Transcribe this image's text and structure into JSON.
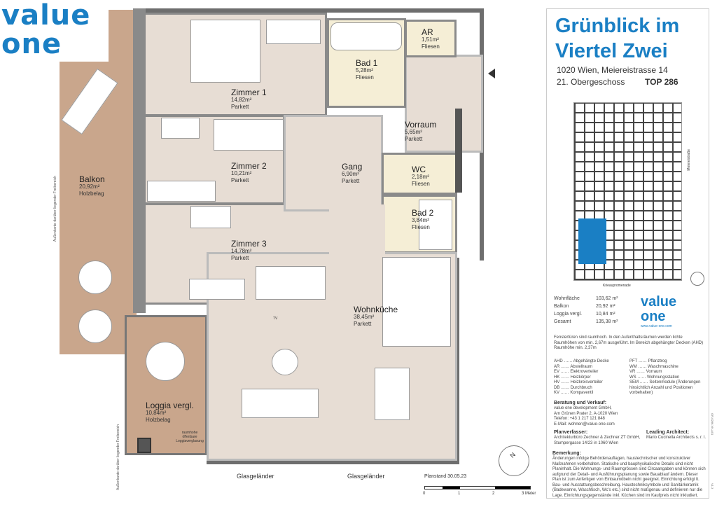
{
  "logo": {
    "line1": "value",
    "line2": "one"
  },
  "rooms": [
    {
      "name": "Zimmer 1",
      "area": "14,82m²",
      "floor": "Parkett"
    },
    {
      "name": "Zimmer 2",
      "area": "10,21m²",
      "floor": "Parkett"
    },
    {
      "name": "Zimmer 3",
      "area": "14,78m²",
      "floor": "Parkett"
    },
    {
      "name": "Bad 1",
      "area": "5,28m²",
      "floor": "Fliesen"
    },
    {
      "name": "AR",
      "area": "1,51m²",
      "floor": "Fliesen"
    },
    {
      "name": "Vorraum",
      "area": "5,65m²",
      "floor": "Parkett"
    },
    {
      "name": "Gang",
      "area": "6,90m²",
      "floor": "Parkett"
    },
    {
      "name": "WC",
      "area": "2,18m²",
      "floor": "Fliesen"
    },
    {
      "name": "Bad 2",
      "area": "3,84m²",
      "floor": "Fliesen"
    },
    {
      "name": "Wohnküche",
      "area": "38,45m²",
      "floor": "Parkett"
    },
    {
      "name": "Balkon",
      "area": "20,92m²",
      "floor": "Holzbelag"
    },
    {
      "name": "Loggia vergl.",
      "area": "10,84m²",
      "floor": "Holzbelag"
    }
  ],
  "plan_notes": {
    "freibereich": "Außenkante darüber liegender Freibereich",
    "loggia_note": "raumhohe öffenbare Loggiaverglasung",
    "glas1": "Glasgeländer",
    "glas2": "Glasgeländer",
    "planstand": "Planstand 30.05.23",
    "scale": [
      "0",
      "1",
      "2",
      "3 Meter"
    ],
    "north": "N",
    "tv": "TV"
  },
  "panel": {
    "title1": "Grünblick im",
    "title2": "Viertel Zwei",
    "address": "1020 Wien, Meiereistrasse 14",
    "floor": "21. Obergeschoss",
    "top": "TOP 286",
    "map_street1": "Meiereistraße",
    "map_street2": "Krieaupromenade",
    "areas": [
      {
        "label": "Wohnfläche",
        "value": "103,62 m²"
      },
      {
        "label": "Balkon",
        "value": "20,92 m²"
      },
      {
        "label": "Loggia vergl.",
        "value": "10,84 m²"
      },
      {
        "label": "Gesamt",
        "value": "135,38 m²"
      }
    ],
    "logo_url": "www.value-one.com",
    "note": "Fenstertüren sind raumhoch. In den Aufenthaltsräumen werden lichte Raumhöhen von min. 2,67m ausgeführt. Im Bereich abgehängter Decken (AHD) Raumhöhe min. 2,37m",
    "legend_left": [
      {
        "k": "AHD",
        "v": "Abgehängte Decke"
      },
      {
        "k": "AR",
        "v": "Abstellraum"
      },
      {
        "k": "EV",
        "v": "Elektroverteiler"
      },
      {
        "k": "HK",
        "v": "Heizkörper"
      },
      {
        "k": "HV",
        "v": "Heizkreisverteiler"
      },
      {
        "k": "DB",
        "v": "Durchbruch"
      },
      {
        "k": "KV",
        "v": "Kompaventil"
      }
    ],
    "legend_right": [
      {
        "k": "PFT",
        "v": "Pflanztrog"
      },
      {
        "k": "WM",
        "v": "Waschmaschine"
      },
      {
        "k": "VR",
        "v": "Vorraum"
      },
      {
        "k": "WS",
        "v": "Wohnungsstation"
      },
      {
        "k": "SEM",
        "v": "Seitenmodule (Änderungen hinsichtlich Anzahl und Positionen vorbehalten)"
      }
    ],
    "sales_heading": "Beratung und Verkauf:",
    "sales_lines": [
      "value one development GmbH,",
      "Am Grünen Prater 2, A-1020 Wien",
      "Telefon: +43 1 217 121 848",
      "E-Mail: wohnen@value-one.com"
    ],
    "planner_heading": "Planverfasser:",
    "planner_lines": [
      "Architekturbüro Zechner & Zechner ZT GmbH,",
      "Stumpergasse 14/23 in 1060 Wien"
    ],
    "architect_heading": "Leading Architect:",
    "architect": "Mario Cucinella Architects s. r. l.",
    "remark_heading": "Bemerkung:",
    "remark": "Änderungen infolge Behördenauflagen, haustechnischer und konstruktiver Maßnahmen vorbehalten. Statische und bauphysikalische Details sind nicht Planinhalt. Die Wohnungs- und Raumgrössen sind Circaangaben und können sich aufgrund der Detail- und Ausführungsplanung sowie Bauablauf ändern. Dieser Plan ist zum Anfertigen von Einbaumöbeln nicht geeignet. Einrichtung erfolgt lt. Bau- und Ausstattungsbeschreibung. Haustechniksymbole und Sanitärkeramik (Badewanne, Waschtisch, Wc's etc.) sind nicht maßgenau und definieren nur die Lage. Einrichtungsgegenstände inkl. Küchen sind im Kaufpreis nicht inkludiert.",
    "side_code": "GR-0286-VK-A01",
    "version": "V1.3"
  },
  "colors": {
    "brand": "#1a7fc4",
    "room": "#e7ddd4",
    "wet": "#f5eed6",
    "outdoor": "#c9a68c"
  }
}
